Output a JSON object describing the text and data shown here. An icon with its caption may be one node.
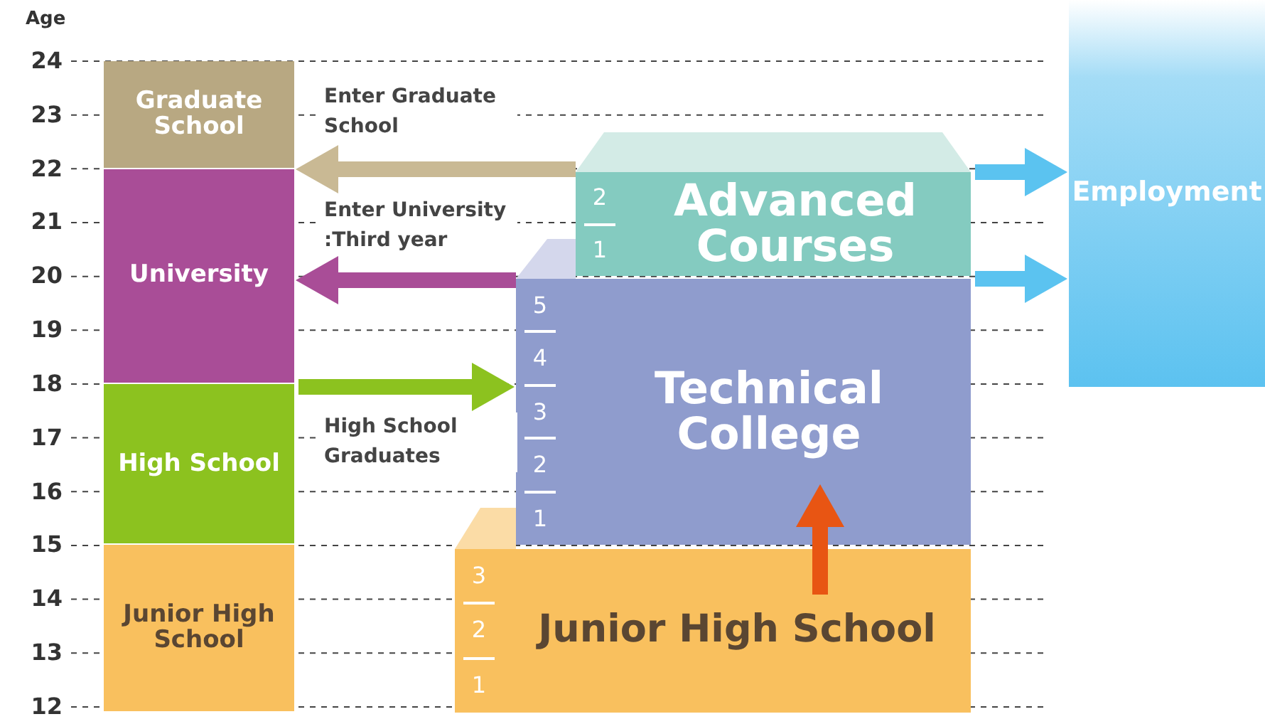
{
  "diagram": {
    "nodes": [
      {
        "text": [
          "Graduate School"
        ]
      },
      {
        "text": [
          "University"
        ]
      },
      {
        "text": [
          "High School"
        ]
      },
      {
        "text": [
          "Junior High School"
        ]
      },
      {
        "text": [
          "2",
          "1",
          "Advanced Courses"
        ]
      },
      {
        "text": [
          "5",
          "4",
          "3",
          "2",
          "1",
          "Technical College"
        ]
      },
      {
        "text": [
          "3",
          "2",
          "1",
          "Junior High School"
        ]
      },
      {
        "text": [
          "Employment"
        ]
      }
    ],
    "edges": [
      {
        "from": 4,
        "to": 0,
        "arrow": "to",
        "label": "Enter Graduate School",
        "color": "#c9b994"
      },
      {
        "from": 5,
        "to": 1,
        "arrow": "to",
        "label": "Enter University :Third year",
        "color": "#a94d97"
      },
      {
        "from": 2,
        "to": 5,
        "arrow": "to",
        "label": "High School Graduates",
        "color": "#8cc21f"
      },
      {
        "from": 6,
        "to": 5,
        "arrow": "to",
        "color": "#e85513"
      },
      {
        "from": 4,
        "to": 7,
        "arrow": "to",
        "color": "#5bc3f0"
      },
      {
        "from": 5,
        "to": 7,
        "arrow": "to",
        "color": "#5bc3f0"
      }
    ],
    "labels": [
      "Age",
      "24",
      "23",
      "22",
      "21",
      "20",
      "19",
      "18",
      "17",
      "16",
      "15",
      "14",
      "13",
      "12"
    ]
  }
}
